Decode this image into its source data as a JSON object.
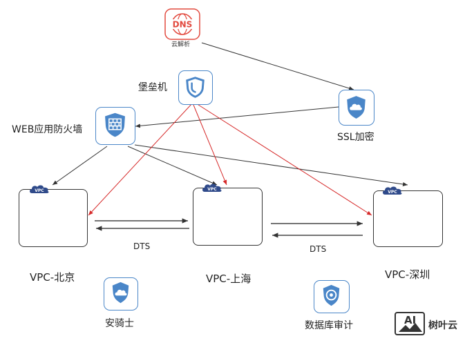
{
  "nodes": {
    "dns": {
      "label": "云解析",
      "icon_text": "DNS"
    },
    "bastion": {
      "label": "堡垒机"
    },
    "ssl": {
      "label": "SSL加密"
    },
    "waf": {
      "label": "WEB应用防火墙"
    },
    "anqishi": {
      "label": "安骑士"
    },
    "db_audit": {
      "label": "数据库审计"
    }
  },
  "vpcs": [
    {
      "tag": "VPC",
      "label": "VPC-北京"
    },
    {
      "tag": "VPC",
      "label": "VPC-上海"
    },
    {
      "tag": "VPC",
      "label": "VPC-深圳"
    }
  ],
  "links": {
    "dts_left": "DTS",
    "dts_right": "DTS"
  },
  "brand": {
    "logo_text": "AI",
    "name": "树叶云"
  },
  "colors": {
    "accent": "#4a86c8",
    "red_arrow": "#d62a2a",
    "dns_red": "#e24a3f"
  }
}
